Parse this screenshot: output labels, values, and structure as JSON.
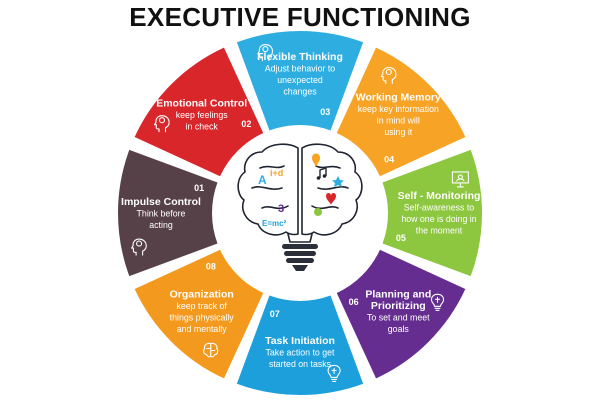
{
  "title": "EXECUTIVE FUNCTIONING",
  "colors": {
    "impulse": "#564149",
    "emotional": "#d8262b",
    "flexible": "#2eaee0",
    "working": "#f7a325",
    "self_monitoring": "#8dc63f",
    "planning": "#652d90",
    "task": "#1c9fdb",
    "organization": "#f39a1e",
    "brain_outline": "#1f2430",
    "bulb_base": "#2b2f3a"
  },
  "segments": [
    {
      "key": "impulse",
      "number": "01",
      "title": "Impulse Control",
      "desc": [
        "Think before",
        "acting"
      ],
      "icon": "brain-gear-head-icon"
    },
    {
      "key": "emotional",
      "number": "02",
      "title": "Emotional Control",
      "desc": [
        "keep feelings",
        "in check"
      ],
      "icon": "smiling-head-icon"
    },
    {
      "key": "flexible",
      "number": "03",
      "title": "Flexible Thinking",
      "desc": [
        "Adjust behavior to",
        "unexpected",
        "changes"
      ],
      "icon": "brain-head-icon"
    },
    {
      "key": "working",
      "number": "04",
      "title": "Working Memory",
      "desc": [
        "keep key information",
        "in mind will",
        "using it"
      ],
      "icon": "brain-gear-head-icon"
    },
    {
      "key": "self_monitoring",
      "number": "05",
      "title": "Self - Monitoring",
      "desc": [
        "Self-awareness to",
        "how one is doing in",
        "the moment"
      ],
      "icon": "monitor-person-icon"
    },
    {
      "key": "planning",
      "number": "06",
      "title": "Planning and",
      "title2": "Prioritizing",
      "desc": [
        "To set and meet",
        "goals"
      ],
      "icon": "lightbulb-icon"
    },
    {
      "key": "task",
      "number": "07",
      "title": "Task Initiation",
      "desc": [
        "Take action to get",
        "started on tasks"
      ],
      "icon": "bulb-brain-icon"
    },
    {
      "key": "organization",
      "number": "08",
      "title": "Organization",
      "desc": [
        "keep track of",
        "things physically",
        "and mentally"
      ],
      "icon": "brain-icon"
    }
  ],
  "brain_labels": {
    "letter_a": "A",
    "formula": "i+d",
    "number_three": "3",
    "equation": "E=mc²"
  }
}
